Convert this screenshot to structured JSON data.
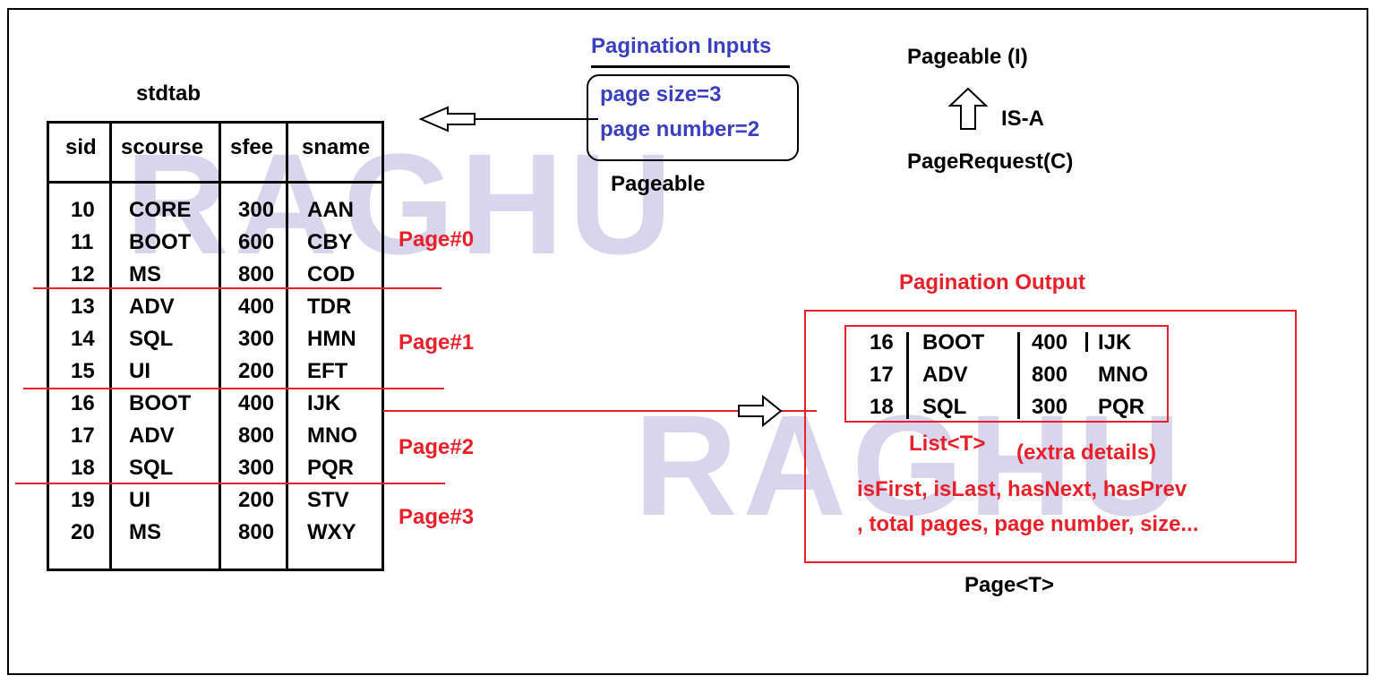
{
  "watermark": "RAGHU",
  "table": {
    "name": "stdtab",
    "columns": [
      "sid",
      "scourse",
      "sfee",
      "sname"
    ],
    "rows": [
      [
        "10",
        "CORE",
        "300",
        "AAN"
      ],
      [
        "11",
        "BOOT",
        "600",
        "CBY"
      ],
      [
        "12",
        "MS",
        "800",
        "COD"
      ],
      [
        "13",
        "ADV",
        "400",
        "TDR"
      ],
      [
        "14",
        "SQL",
        "300",
        "HMN"
      ],
      [
        "15",
        "UI",
        "200",
        "EFT"
      ],
      [
        "16",
        "BOOT",
        "400",
        "IJK"
      ],
      [
        "17",
        "ADV",
        "800",
        "MNO"
      ],
      [
        "18",
        "SQL",
        "300",
        "PQR"
      ],
      [
        "19",
        "UI",
        "200",
        "STV"
      ],
      [
        "20",
        "MS",
        "800",
        "WXY"
      ]
    ]
  },
  "pages": [
    "Page#0",
    "Page#1",
    "Page#2",
    "Page#3"
  ],
  "inputs": {
    "title": "Pagination Inputs",
    "lines": [
      "page size=3",
      "page number=2"
    ],
    "caption": "Pageable"
  },
  "hierarchy": {
    "interface": "Pageable (I)",
    "relation": "IS-A",
    "class": "PageRequest(C)"
  },
  "output": {
    "title": "Pagination Output",
    "rows": [
      [
        "16",
        "BOOT",
        "400",
        "IJK"
      ],
      [
        "17",
        "ADV",
        "800",
        "MNO"
      ],
      [
        "18",
        "SQL",
        "300",
        "PQR"
      ]
    ],
    "list_label": "List<T>",
    "extra_label": "(extra details)",
    "details_line1": "isFirst, isLast, hasNext, hasPrev",
    "details_line2": ", total pages, page number, size...",
    "caption": "Page<T>"
  },
  "colors": {
    "red": "#e8202a",
    "blue": "#3b3fc0",
    "watermark": "#d8d5ec"
  }
}
